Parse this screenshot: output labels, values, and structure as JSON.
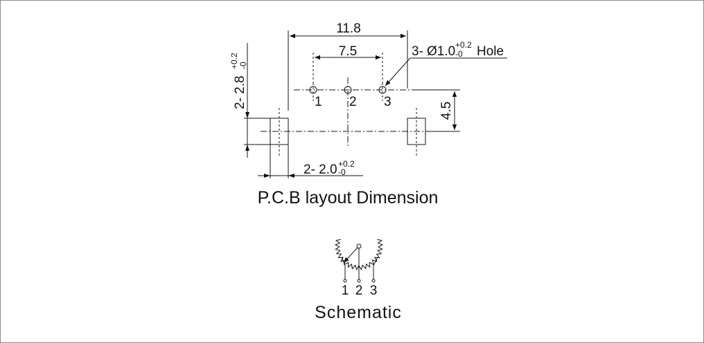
{
  "pcb": {
    "width_label": "11.8",
    "pitch_label": "7.5",
    "hole_prefix": "3-",
    "hole_diameter": "Ø1.0",
    "hole_tol_plus": "+0.2",
    "hole_tol_minus": "-0",
    "hole_suffix": "Hole",
    "pin_1": "1",
    "pin_2": "2",
    "pin_3": "3",
    "height_label": "4.5",
    "pad_height_main": "2- 2.8",
    "pad_height_tol_plus": "+0.2",
    "pad_height_tol_minus": "-0",
    "pad_width_main": "2- 2.0",
    "pad_width_tol_plus": "+0.2",
    "pad_width_tol_minus": "-0",
    "caption": "P.C.B layout Dimension"
  },
  "schematic": {
    "pin_1": "1",
    "pin_2": "2",
    "pin_3": "3",
    "caption": "Schematic"
  }
}
